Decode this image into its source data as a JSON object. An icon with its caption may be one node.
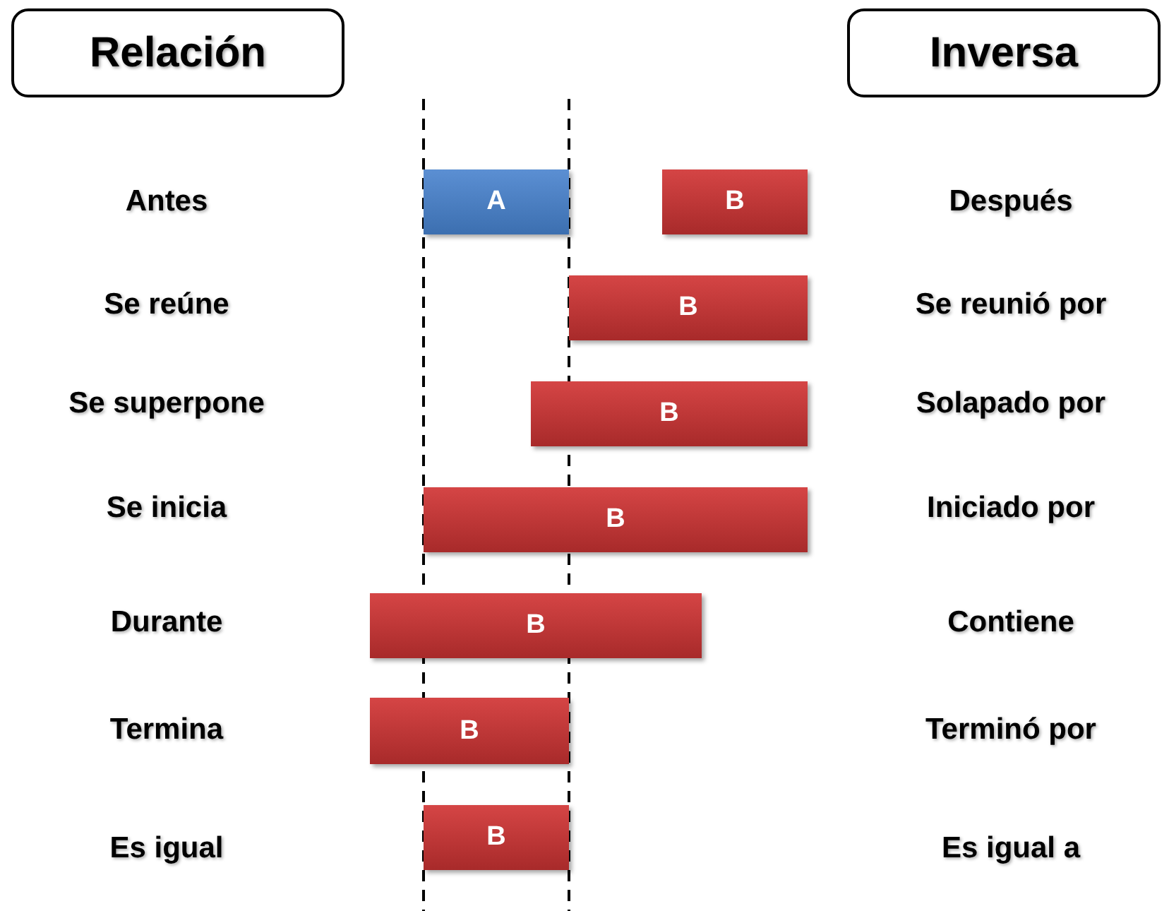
{
  "diagram": {
    "nodes": [
      {
        "text": [
          "Relación"
        ]
      },
      {
        "text": [
          "Inversa"
        ]
      },
      {
        "text": [
          "A"
        ]
      },
      {
        "text": [
          "B"
        ]
      },
      {
        "text": [
          "B"
        ]
      },
      {
        "text": [
          "B"
        ]
      },
      {
        "text": [
          "B"
        ]
      },
      {
        "text": [
          "B"
        ]
      },
      {
        "text": [
          "B"
        ]
      },
      {
        "text": [
          "B"
        ]
      }
    ],
    "labels": [
      "Antes",
      "Después",
      "Se reúne",
      "Se reunió por",
      "Se superpone",
      "Solapado por",
      "Se inicia",
      "Iniciado por",
      "Durante",
      "Contiene",
      "Termina",
      "Terminó por",
      "Es igual",
      "Es igual a"
    ]
  }
}
